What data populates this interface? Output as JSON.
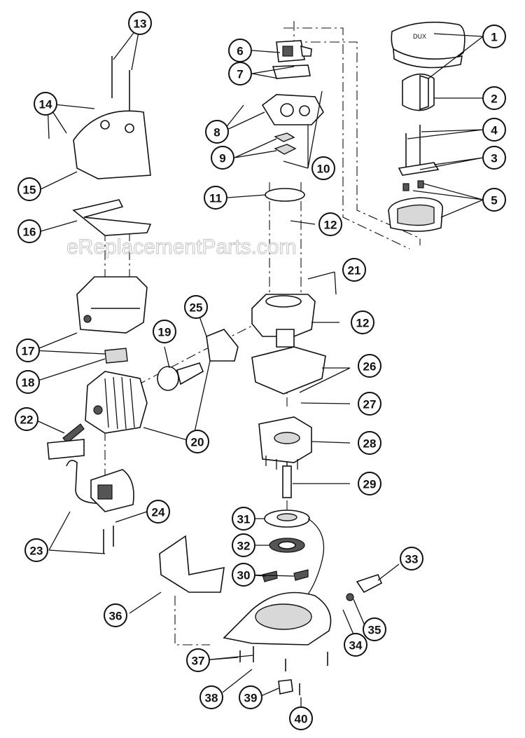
{
  "watermark": "eReplacementParts.com",
  "callouts": [
    {
      "n": "1"
    },
    {
      "n": "2"
    },
    {
      "n": "3"
    },
    {
      "n": "4"
    },
    {
      "n": "5"
    },
    {
      "n": "6"
    },
    {
      "n": "7"
    },
    {
      "n": "8"
    },
    {
      "n": "9"
    },
    {
      "n": "10"
    },
    {
      "n": "11"
    },
    {
      "n": "12"
    },
    {
      "n": "12"
    },
    {
      "n": "13"
    },
    {
      "n": "14"
    },
    {
      "n": "15"
    },
    {
      "n": "16"
    },
    {
      "n": "17"
    },
    {
      "n": "18"
    },
    {
      "n": "19"
    },
    {
      "n": "20"
    },
    {
      "n": "21"
    },
    {
      "n": "22"
    },
    {
      "n": "23"
    },
    {
      "n": "24"
    },
    {
      "n": "25"
    },
    {
      "n": "26"
    },
    {
      "n": "27"
    },
    {
      "n": "28"
    },
    {
      "n": "29"
    },
    {
      "n": "30"
    },
    {
      "n": "31"
    },
    {
      "n": "32"
    },
    {
      "n": "33"
    },
    {
      "n": "34"
    },
    {
      "n": "35"
    },
    {
      "n": "36"
    },
    {
      "n": "37"
    },
    {
      "n": "38"
    },
    {
      "n": "39"
    },
    {
      "n": "40"
    }
  ],
  "colors": {
    "ink": "#111111",
    "paper": "#ffffff",
    "watermark": "#bdbdbd"
  }
}
